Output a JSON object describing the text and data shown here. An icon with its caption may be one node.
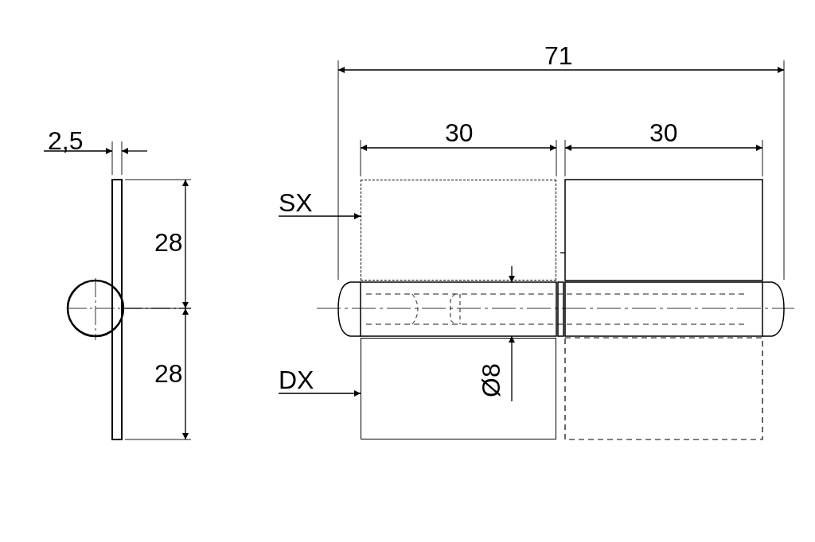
{
  "diagram": {
    "nodes": [
      {
        "text": [
          "SX"
        ]
      },
      {
        "text": [],
        "shape": "box"
      },
      {
        "text": [
          "DX"
        ]
      },
      {
        "text": [],
        "shape": "box"
      }
    ],
    "edges": [
      {
        "from": 0,
        "to": 1,
        "arrow": "to"
      },
      {
        "from": 2,
        "to": 3,
        "arrow": "to"
      }
    ],
    "labels": [
      "2,5",
      "28",
      "28",
      "71",
      "30",
      "30",
      "Ø8"
    ]
  }
}
